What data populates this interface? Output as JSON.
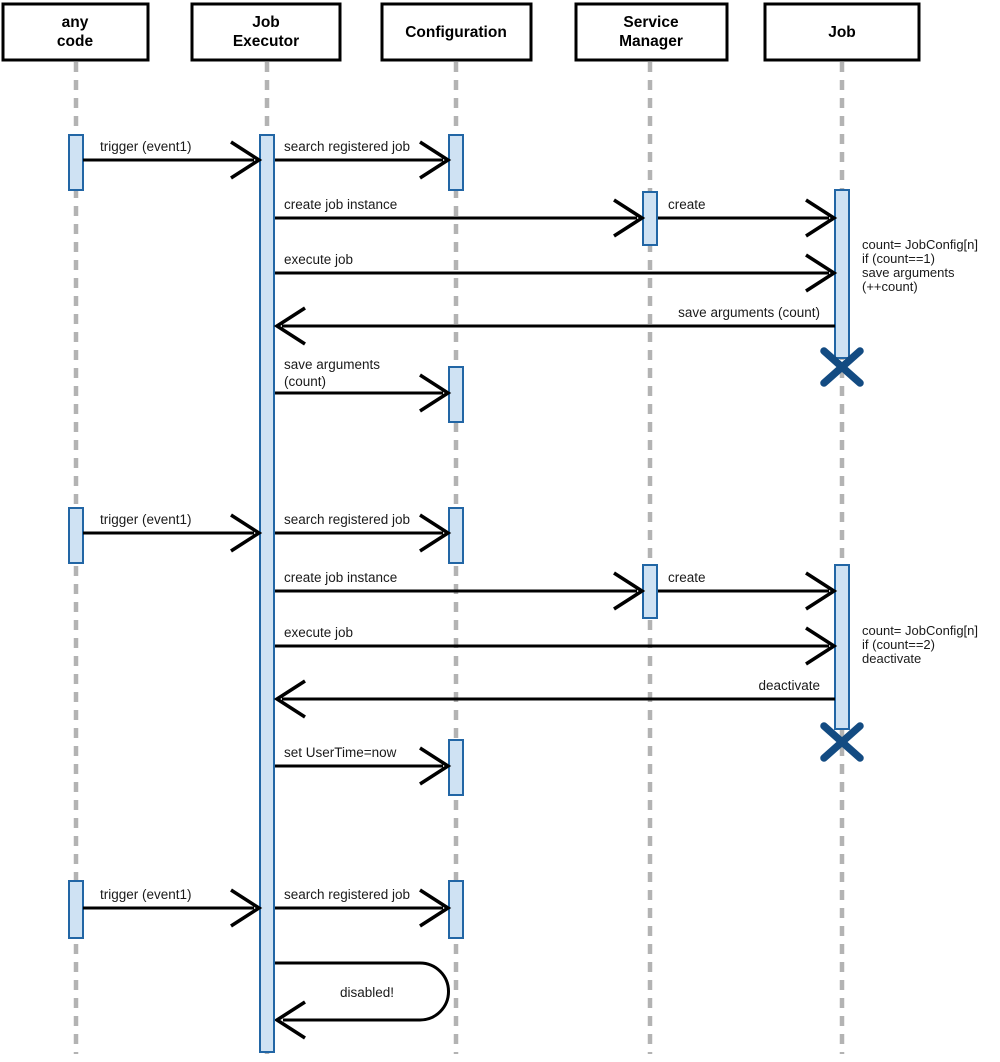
{
  "diagram_type": "uml-sequence-diagram",
  "lifelines": [
    {
      "id": "any-code",
      "label_lines": [
        "any",
        "code"
      ]
    },
    {
      "id": "job-executor",
      "label_lines": [
        "Job",
        "Executor"
      ]
    },
    {
      "id": "configuration",
      "label_lines": [
        "Configuration"
      ]
    },
    {
      "id": "service-manager",
      "label_lines": [
        "Service",
        "Manager"
      ]
    },
    {
      "id": "job",
      "label_lines": [
        "Job"
      ]
    }
  ],
  "messages": [
    {
      "from": "any-code",
      "to": "job-executor",
      "label": "trigger (event1)"
    },
    {
      "from": "job-executor",
      "to": "configuration",
      "label": "search registered job"
    },
    {
      "from": "job-executor",
      "to": "service-manager",
      "label": "create job instance"
    },
    {
      "from": "service-manager",
      "to": "job",
      "label": "create"
    },
    {
      "from": "job-executor",
      "to": "job",
      "label": "execute job"
    },
    {
      "from": "job",
      "to": "job-executor",
      "label": "save arguments (count)"
    },
    {
      "from": "job-executor",
      "to": "configuration",
      "label": "save arguments (count)",
      "label_lines": [
        "save arguments",
        "(count)"
      ]
    },
    {
      "from": "any-code",
      "to": "job-executor",
      "label": "trigger (event1)"
    },
    {
      "from": "job-executor",
      "to": "configuration",
      "label": "search registered job"
    },
    {
      "from": "job-executor",
      "to": "service-manager",
      "label": "create job instance"
    },
    {
      "from": "service-manager",
      "to": "job",
      "label": "create"
    },
    {
      "from": "job-executor",
      "to": "job",
      "label": "execute job"
    },
    {
      "from": "job",
      "to": "job-executor",
      "label": "deactivate"
    },
    {
      "from": "job-executor",
      "to": "configuration",
      "label": "set UserTime=now"
    },
    {
      "from": "any-code",
      "to": "job-executor",
      "label": "trigger (event1)"
    },
    {
      "from": "job-executor",
      "to": "configuration",
      "label": "search registered job"
    },
    {
      "from": "job-executor",
      "to": "job-executor",
      "label": "disabled!",
      "kind": "self-loop"
    }
  ],
  "annotations": [
    {
      "target": "job",
      "lines": [
        "count= JobConfig[n]",
        "if (count==1)",
        "save arguments",
        "(++count)"
      ]
    },
    {
      "target": "job",
      "lines": [
        "count= JobConfig[n]",
        "if (count==2)",
        "deactivate"
      ]
    }
  ],
  "destroy_marks": [
    {
      "target": "job",
      "after_message": "save arguments (count)"
    },
    {
      "target": "job",
      "after_message": "deactivate"
    }
  ],
  "colors": {
    "activation_fill": "#cfe2f3",
    "activation_border": "#2266a5",
    "destroy_x": "#134b82",
    "lifeline": "#b3b3b3",
    "message_line": "#000000",
    "box_border": "#000000",
    "box_fill": "#ffffff",
    "text": "#1a1a1a"
  }
}
